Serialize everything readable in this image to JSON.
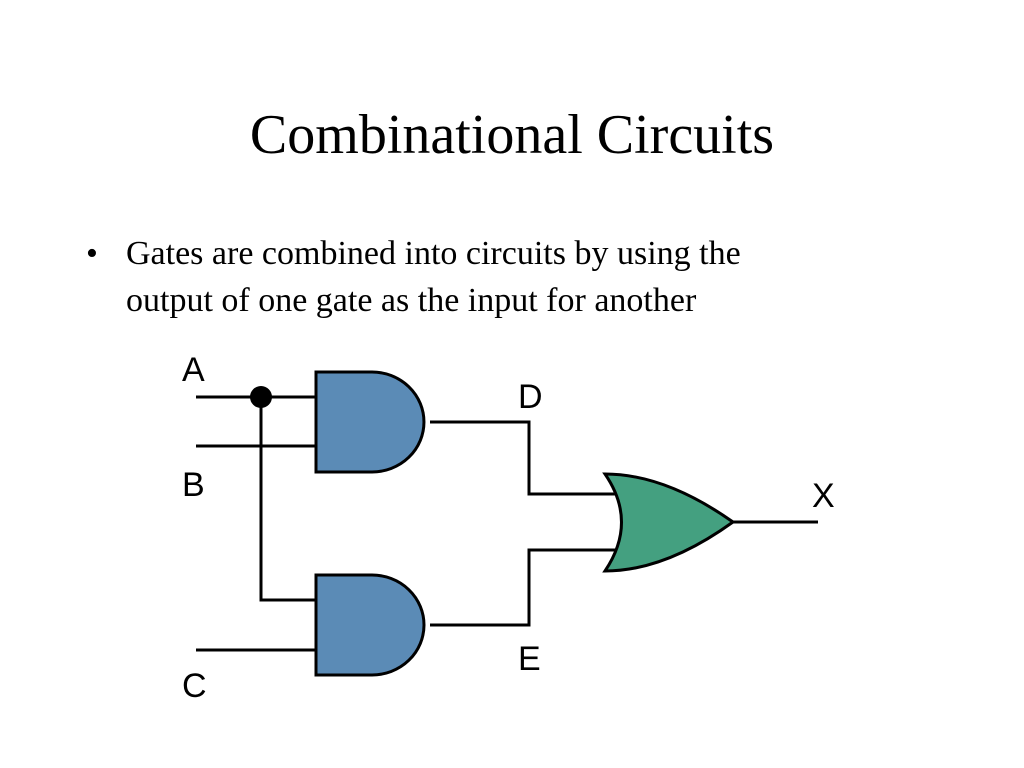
{
  "slide": {
    "title": "Combinational Circuits",
    "bullets": [
      {
        "marker": "•",
        "lines": [
          "Gates are combined into circuits by using the",
          "output of one gate as the input for another"
        ]
      }
    ]
  },
  "diagram": {
    "inputs": [
      "A",
      "B",
      "C"
    ],
    "intermediate": [
      "D",
      "E"
    ],
    "output": "X",
    "gates": [
      {
        "type": "and",
        "inputs": [
          "A",
          "B"
        ],
        "output": "D"
      },
      {
        "type": "and",
        "inputs": [
          "A",
          "C"
        ],
        "output": "E"
      },
      {
        "type": "or",
        "inputs": [
          "D",
          "E"
        ],
        "output": "X"
      }
    ],
    "colors": {
      "and_gate": "#5b8bb6",
      "or_gate": "#44a080",
      "wire": "#000000"
    }
  }
}
